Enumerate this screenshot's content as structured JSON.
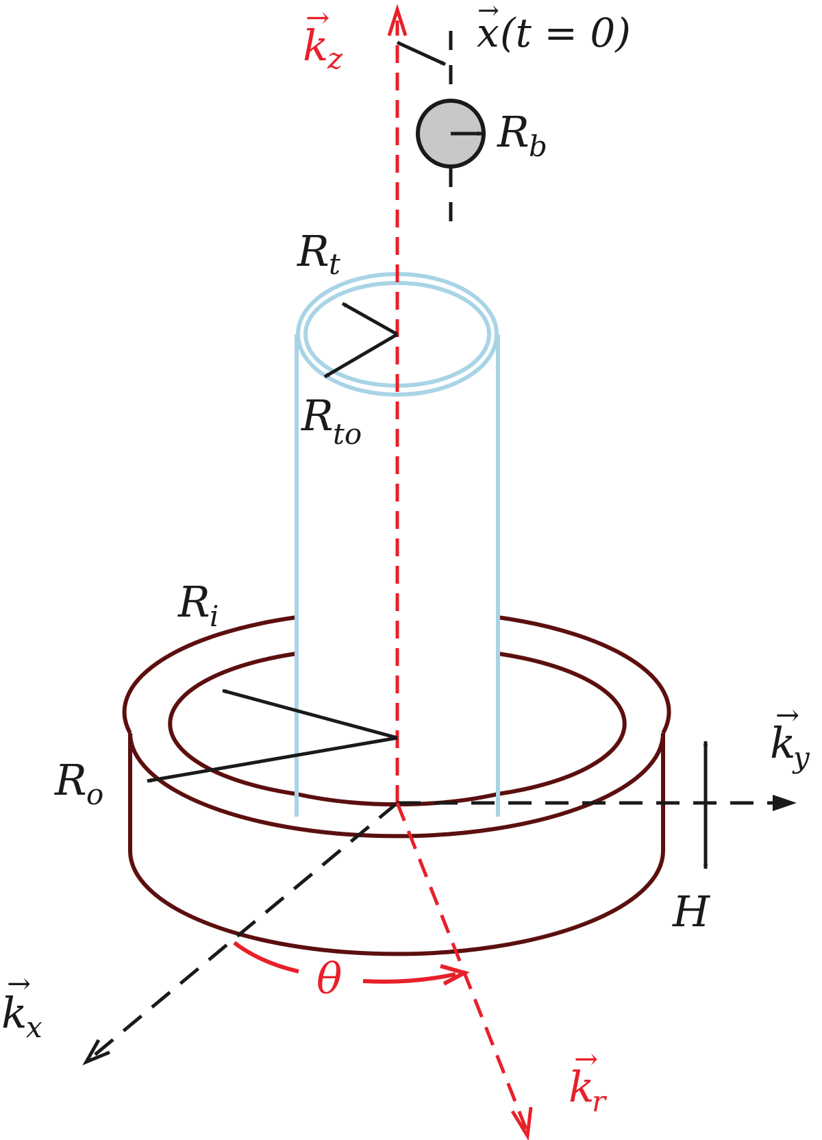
{
  "colors": {
    "black": "#1a1a1a",
    "red": "#e8202a",
    "disk": "#5c0f0f",
    "tube": "#a9d4e6",
    "bubble_fill": "#c8c8c8"
  },
  "labels": {
    "kz": {
      "base": "k",
      "sub": "z"
    },
    "ky": {
      "base": "k",
      "sub": "y"
    },
    "kx": {
      "base": "k",
      "sub": "x"
    },
    "kr": {
      "base": "k",
      "sub": "r"
    },
    "x0": {
      "base": "x",
      "rest": "(t = 0)"
    },
    "rb": {
      "base": "R",
      "sub": "b"
    },
    "rt": {
      "base": "R",
      "sub": "t"
    },
    "rto": {
      "base": "R",
      "sub": "to"
    },
    "ri": {
      "base": "R",
      "sub": "i"
    },
    "ro": {
      "base": "R",
      "sub": "o"
    },
    "h": "H",
    "theta": "θ"
  }
}
